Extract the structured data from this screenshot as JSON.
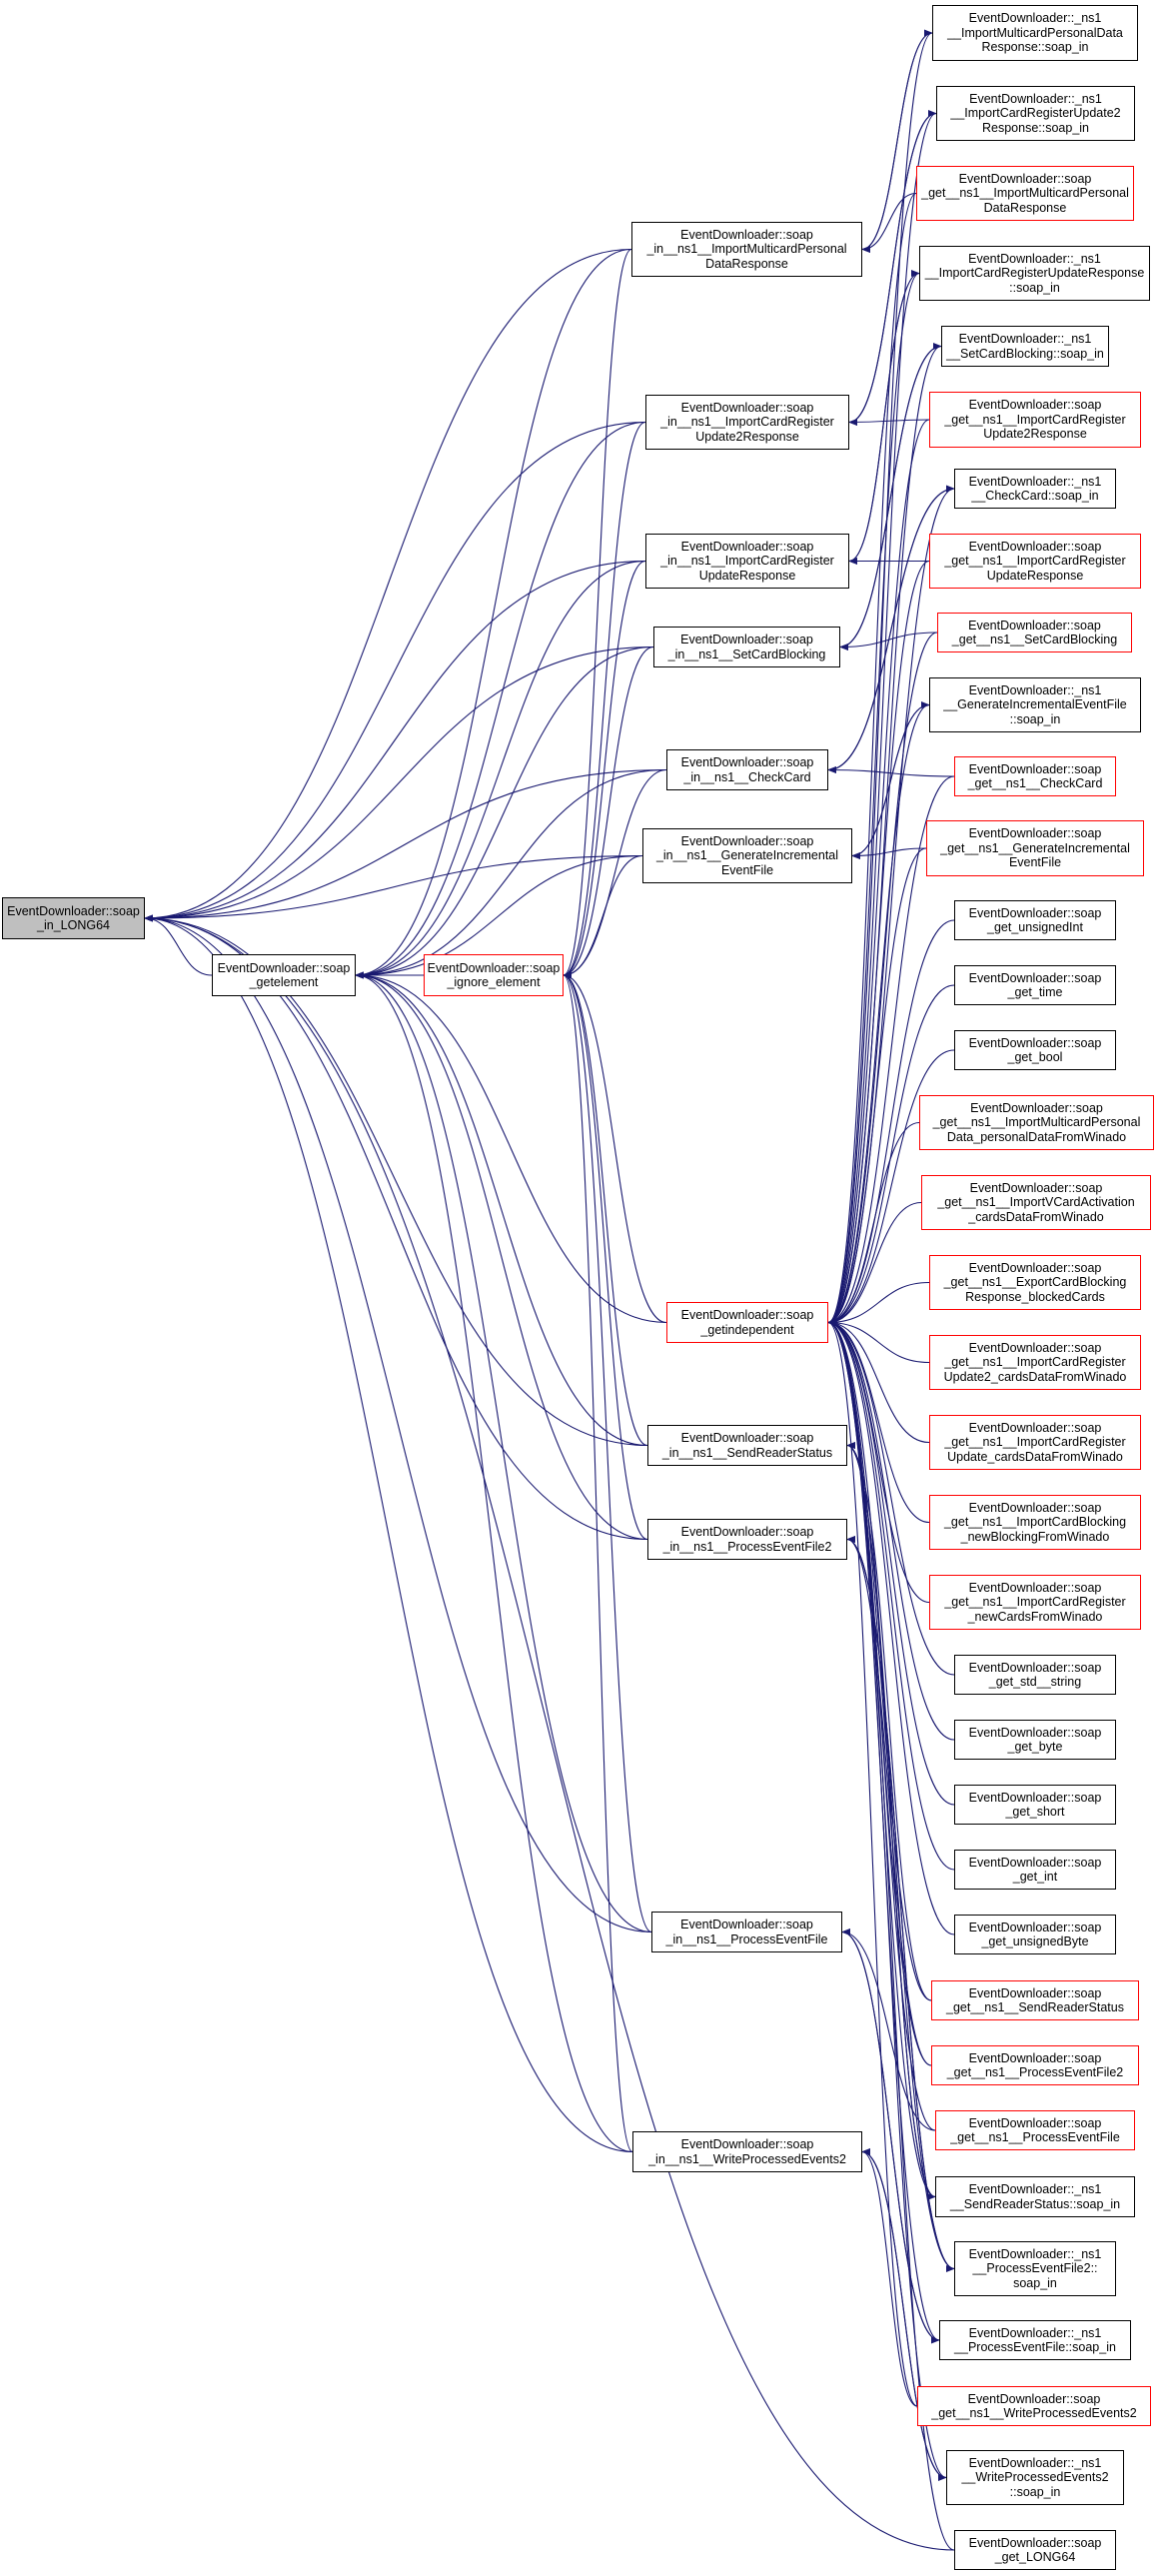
{
  "diagram": {
    "title": "Caller graph of EventDownloader::soap_in_LONG64",
    "colors": {
      "edge": "#191970",
      "box_border": "#000000",
      "truncated_border": "#ff0000",
      "root_fill": "#bfbfbf"
    },
    "nodes": [
      {
        "id": "root",
        "lines": [
          "EventDownloader::soap",
          "_in_LONG64"
        ],
        "style": "root"
      },
      {
        "id": "getelement",
        "lines": [
          "EventDownloader::soap",
          "_getelement"
        ],
        "style": "normal"
      },
      {
        "id": "ignore",
        "lines": [
          "EventDownloader::soap",
          "_ignore_element"
        ],
        "style": "red"
      },
      {
        "id": "in_IMPDR",
        "lines": [
          "EventDownloader::soap",
          "_in__ns1__ImportMulticardPersonal",
          "DataResponse"
        ],
        "style": "normal"
      },
      {
        "id": "in_ICRU2",
        "lines": [
          "EventDownloader::soap",
          "_in__ns1__ImportCardRegister",
          "Update2Response"
        ],
        "style": "normal"
      },
      {
        "id": "in_ICRU",
        "lines": [
          "EventDownloader::soap",
          "_in__ns1__ImportCardRegister",
          "UpdateResponse"
        ],
        "style": "normal"
      },
      {
        "id": "in_SCB",
        "lines": [
          "EventDownloader::soap",
          "_in__ns1__SetCardBlocking"
        ],
        "style": "normal"
      },
      {
        "id": "in_CC",
        "lines": [
          "EventDownloader::soap",
          "_in__ns1__CheckCard"
        ],
        "style": "normal"
      },
      {
        "id": "in_GIEF",
        "lines": [
          "EventDownloader::soap",
          "_in__ns1__GenerateIncremental",
          "EventFile"
        ],
        "style": "normal"
      },
      {
        "id": "getindep",
        "lines": [
          "EventDownloader::soap",
          "_getindependent"
        ],
        "style": "red"
      },
      {
        "id": "in_SRS",
        "lines": [
          "EventDownloader::soap",
          "_in__ns1__SendReaderStatus"
        ],
        "style": "normal"
      },
      {
        "id": "in_PEF2",
        "lines": [
          "EventDownloader::soap",
          "_in__ns1__ProcessEventFile2"
        ],
        "style": "normal"
      },
      {
        "id": "in_PEF",
        "lines": [
          "EventDownloader::soap",
          "_in__ns1__ProcessEventFile"
        ],
        "style": "normal"
      },
      {
        "id": "in_WPE2",
        "lines": [
          "EventDownloader::soap",
          "_in__ns1__WriteProcessedEvents2"
        ],
        "style": "normal"
      },
      {
        "id": "r_IMPDR_si",
        "lines": [
          "EventDownloader::_ns1",
          "__ImportMulticardPersonalData",
          "Response::soap_in"
        ],
        "style": "normal"
      },
      {
        "id": "r_ICRU2_si",
        "lines": [
          "EventDownloader::_ns1",
          "__ImportCardRegisterUpdate2",
          "Response::soap_in"
        ],
        "style": "normal"
      },
      {
        "id": "r_get_IMPDR",
        "lines": [
          "EventDownloader::soap",
          "_get__ns1__ImportMulticardPersonal",
          "DataResponse"
        ],
        "style": "red"
      },
      {
        "id": "r_ICRU_si",
        "lines": [
          "EventDownloader::_ns1",
          "__ImportCardRegisterUpdateResponse",
          "::soap_in"
        ],
        "style": "normal"
      },
      {
        "id": "r_SCB_si",
        "lines": [
          "EventDownloader::_ns1",
          "__SetCardBlocking::soap_in"
        ],
        "style": "normal"
      },
      {
        "id": "r_get_ICRU2",
        "lines": [
          "EventDownloader::soap",
          "_get__ns1__ImportCardRegister",
          "Update2Response"
        ],
        "style": "red"
      },
      {
        "id": "r_CC_si",
        "lines": [
          "EventDownloader::_ns1",
          "__CheckCard::soap_in"
        ],
        "style": "normal"
      },
      {
        "id": "r_get_ICRU",
        "lines": [
          "EventDownloader::soap",
          "_get__ns1__ImportCardRegister",
          "UpdateResponse"
        ],
        "style": "red"
      },
      {
        "id": "r_get_SCB",
        "lines": [
          "EventDownloader::soap",
          "_get__ns1__SetCardBlocking"
        ],
        "style": "red"
      },
      {
        "id": "r_GIEF_si",
        "lines": [
          "EventDownloader::_ns1",
          "__GenerateIncrementalEventFile",
          "::soap_in"
        ],
        "style": "normal"
      },
      {
        "id": "r_get_CC",
        "lines": [
          "EventDownloader::soap",
          "_get__ns1__CheckCard"
        ],
        "style": "red"
      },
      {
        "id": "r_get_GIEF",
        "lines": [
          "EventDownloader::soap",
          "_get__ns1__GenerateIncremental",
          "EventFile"
        ],
        "style": "red"
      },
      {
        "id": "r_uint",
        "lines": [
          "EventDownloader::soap",
          "_get_unsignedInt"
        ],
        "style": "normal"
      },
      {
        "id": "r_time",
        "lines": [
          "EventDownloader::soap",
          "_get_time"
        ],
        "style": "normal"
      },
      {
        "id": "r_bool",
        "lines": [
          "EventDownloader::soap",
          "_get_bool"
        ],
        "style": "normal"
      },
      {
        "id": "r_pdfw",
        "lines": [
          "EventDownloader::soap",
          "_get__ns1__ImportMulticardPersonal",
          "Data_personalDataFromWinado"
        ],
        "style": "red"
      },
      {
        "id": "r_vca",
        "lines": [
          "EventDownloader::soap",
          "_get__ns1__ImportVCardActivation",
          "_cardsDataFromWinado"
        ],
        "style": "red"
      },
      {
        "id": "r_ecb",
        "lines": [
          "EventDownloader::soap",
          "_get__ns1__ExportCardBlocking",
          "Response_blockedCards"
        ],
        "style": "red"
      },
      {
        "id": "r_icru2c",
        "lines": [
          "EventDownloader::soap",
          "_get__ns1__ImportCardRegister",
          "Update2_cardsDataFromWinado"
        ],
        "style": "red"
      },
      {
        "id": "r_icruc",
        "lines": [
          "EventDownloader::soap",
          "_get__ns1__ImportCardRegister",
          "Update_cardsDataFromWinado"
        ],
        "style": "red"
      },
      {
        "id": "r_icb",
        "lines": [
          "EventDownloader::soap",
          "_get__ns1__ImportCardBlocking",
          "_newBlockingFromWinado"
        ],
        "style": "red"
      },
      {
        "id": "r_icrn",
        "lines": [
          "EventDownloader::soap",
          "_get__ns1__ImportCardRegister",
          "_newCardsFromWinado"
        ],
        "style": "red"
      },
      {
        "id": "r_str",
        "lines": [
          "EventDownloader::soap",
          "_get_std__string"
        ],
        "style": "normal"
      },
      {
        "id": "r_byte",
        "lines": [
          "EventDownloader::soap",
          "_get_byte"
        ],
        "style": "normal"
      },
      {
        "id": "r_short",
        "lines": [
          "EventDownloader::soap",
          "_get_short"
        ],
        "style": "normal"
      },
      {
        "id": "r_int",
        "lines": [
          "EventDownloader::soap",
          "_get_int"
        ],
        "style": "normal"
      },
      {
        "id": "r_ubyte",
        "lines": [
          "EventDownloader::soap",
          "_get_unsignedByte"
        ],
        "style": "normal"
      },
      {
        "id": "r_get_SRS",
        "lines": [
          "EventDownloader::soap",
          "_get__ns1__SendReaderStatus"
        ],
        "style": "red"
      },
      {
        "id": "r_get_PEF2",
        "lines": [
          "EventDownloader::soap",
          "_get__ns1__ProcessEventFile2"
        ],
        "style": "red"
      },
      {
        "id": "r_get_PEF",
        "lines": [
          "EventDownloader::soap",
          "_get__ns1__ProcessEventFile"
        ],
        "style": "red"
      },
      {
        "id": "r_SRS_si",
        "lines": [
          "EventDownloader::_ns1",
          "__SendReaderStatus::soap_in"
        ],
        "style": "normal"
      },
      {
        "id": "r_PEF2_si",
        "lines": [
          "EventDownloader::_ns1",
          "__ProcessEventFile2::",
          "soap_in"
        ],
        "style": "normal"
      },
      {
        "id": "r_PEF_si",
        "lines": [
          "EventDownloader::_ns1",
          "__ProcessEventFile::soap_in"
        ],
        "style": "normal"
      },
      {
        "id": "r_get_WPE2",
        "lines": [
          "EventDownloader::soap",
          "_get__ns1__WriteProcessedEvents2"
        ],
        "style": "red"
      },
      {
        "id": "r_WPE2_si",
        "lines": [
          "EventDownloader::_ns1",
          "__WriteProcessedEvents2",
          "::soap_in"
        ],
        "style": "normal"
      },
      {
        "id": "r_long64",
        "lines": [
          "EventDownloader::soap",
          "_get_LONG64"
        ],
        "style": "normal"
      }
    ],
    "edges": [
      [
        "getelement",
        "root"
      ],
      [
        "ignore",
        "getelement"
      ],
      [
        "in_IMPDR",
        "root"
      ],
      [
        "in_ICRU2",
        "root"
      ],
      [
        "in_ICRU",
        "root"
      ],
      [
        "in_SCB",
        "root"
      ],
      [
        "in_CC",
        "root"
      ],
      [
        "in_GIEF",
        "root"
      ],
      [
        "in_SRS",
        "root"
      ],
      [
        "in_PEF2",
        "root"
      ],
      [
        "in_PEF",
        "root"
      ],
      [
        "in_WPE2",
        "root"
      ],
      [
        "r_long64",
        "root"
      ],
      [
        "getindep",
        "getelement"
      ],
      [
        "getindep",
        "ignore"
      ],
      [
        "in_IMPDR",
        "getelement"
      ],
      [
        "in_ICRU2",
        "getelement"
      ],
      [
        "in_ICRU",
        "getelement"
      ],
      [
        "in_SCB",
        "getelement"
      ],
      [
        "in_CC",
        "getelement"
      ],
      [
        "in_GIEF",
        "getelement"
      ],
      [
        "in_SRS",
        "getelement"
      ],
      [
        "in_PEF2",
        "getelement"
      ],
      [
        "in_PEF",
        "getelement"
      ],
      [
        "in_WPE2",
        "getelement"
      ],
      [
        "in_IMPDR",
        "ignore"
      ],
      [
        "in_ICRU2",
        "ignore"
      ],
      [
        "in_ICRU",
        "ignore"
      ],
      [
        "in_SCB",
        "ignore"
      ],
      [
        "in_CC",
        "ignore"
      ],
      [
        "in_GIEF",
        "ignore"
      ],
      [
        "in_SRS",
        "ignore"
      ],
      [
        "in_PEF2",
        "ignore"
      ],
      [
        "in_PEF",
        "ignore"
      ],
      [
        "in_WPE2",
        "ignore"
      ],
      [
        "r_IMPDR_si",
        "in_IMPDR"
      ],
      [
        "r_get_IMPDR",
        "in_IMPDR"
      ],
      [
        "r_ICRU2_si",
        "in_ICRU2"
      ],
      [
        "r_get_ICRU2",
        "in_ICRU2"
      ],
      [
        "r_ICRU_si",
        "in_ICRU"
      ],
      [
        "r_get_ICRU",
        "in_ICRU"
      ],
      [
        "r_SCB_si",
        "in_SCB"
      ],
      [
        "r_get_SCB",
        "in_SCB"
      ],
      [
        "r_CC_si",
        "in_CC"
      ],
      [
        "r_get_CC",
        "in_CC"
      ],
      [
        "r_GIEF_si",
        "in_GIEF"
      ],
      [
        "r_get_GIEF",
        "in_GIEF"
      ],
      [
        "r_SRS_si",
        "in_SRS"
      ],
      [
        "r_get_SRS",
        "in_SRS"
      ],
      [
        "r_PEF2_si",
        "in_PEF2"
      ],
      [
        "r_get_PEF2",
        "in_PEF2"
      ],
      [
        "r_PEF_si",
        "in_PEF"
      ],
      [
        "r_get_PEF",
        "in_PEF"
      ],
      [
        "r_WPE2_si",
        "in_WPE2"
      ],
      [
        "r_get_WPE2",
        "in_WPE2"
      ],
      [
        "in_IMPDR",
        "r_IMPDR_si"
      ],
      [
        "in_ICRU2",
        "r_ICRU2_si"
      ],
      [
        "in_ICRU",
        "r_ICRU_si"
      ],
      [
        "in_SCB",
        "r_SCB_si"
      ],
      [
        "in_CC",
        "r_CC_si"
      ],
      [
        "in_GIEF",
        "r_GIEF_si"
      ],
      [
        "in_SRS",
        "r_SRS_si"
      ],
      [
        "in_PEF2",
        "r_PEF2_si"
      ],
      [
        "in_PEF",
        "r_PEF_si"
      ],
      [
        "in_WPE2",
        "r_WPE2_si"
      ],
      [
        "r_IMPDR_si",
        "getindep"
      ],
      [
        "r_ICRU2_si",
        "getindep"
      ],
      [
        "r_get_IMPDR",
        "getindep"
      ],
      [
        "r_ICRU_si",
        "getindep"
      ],
      [
        "r_SCB_si",
        "getindep"
      ],
      [
        "r_get_ICRU2",
        "getindep"
      ],
      [
        "r_CC_si",
        "getindep"
      ],
      [
        "r_get_ICRU",
        "getindep"
      ],
      [
        "r_get_SCB",
        "getindep"
      ],
      [
        "r_GIEF_si",
        "getindep"
      ],
      [
        "r_get_CC",
        "getindep"
      ],
      [
        "r_get_GIEF",
        "getindep"
      ],
      [
        "r_uint",
        "getindep"
      ],
      [
        "r_time",
        "getindep"
      ],
      [
        "r_bool",
        "getindep"
      ],
      [
        "r_pdfw",
        "getindep"
      ],
      [
        "r_vca",
        "getindep"
      ],
      [
        "r_ecb",
        "getindep"
      ],
      [
        "r_icru2c",
        "getindep"
      ],
      [
        "r_icruc",
        "getindep"
      ],
      [
        "r_icb",
        "getindep"
      ],
      [
        "r_icrn",
        "getindep"
      ],
      [
        "r_str",
        "getindep"
      ],
      [
        "r_byte",
        "getindep"
      ],
      [
        "r_short",
        "getindep"
      ],
      [
        "r_int",
        "getindep"
      ],
      [
        "r_ubyte",
        "getindep"
      ],
      [
        "r_get_SRS",
        "getindep"
      ],
      [
        "r_get_PEF2",
        "getindep"
      ],
      [
        "r_get_PEF",
        "getindep"
      ],
      [
        "r_SRS_si",
        "getindep"
      ],
      [
        "r_PEF2_si",
        "getindep"
      ],
      [
        "r_PEF_si",
        "getindep"
      ],
      [
        "r_get_WPE2",
        "getindep"
      ],
      [
        "r_WPE2_si",
        "getindep"
      ],
      [
        "r_long64",
        "getindep"
      ]
    ]
  }
}
